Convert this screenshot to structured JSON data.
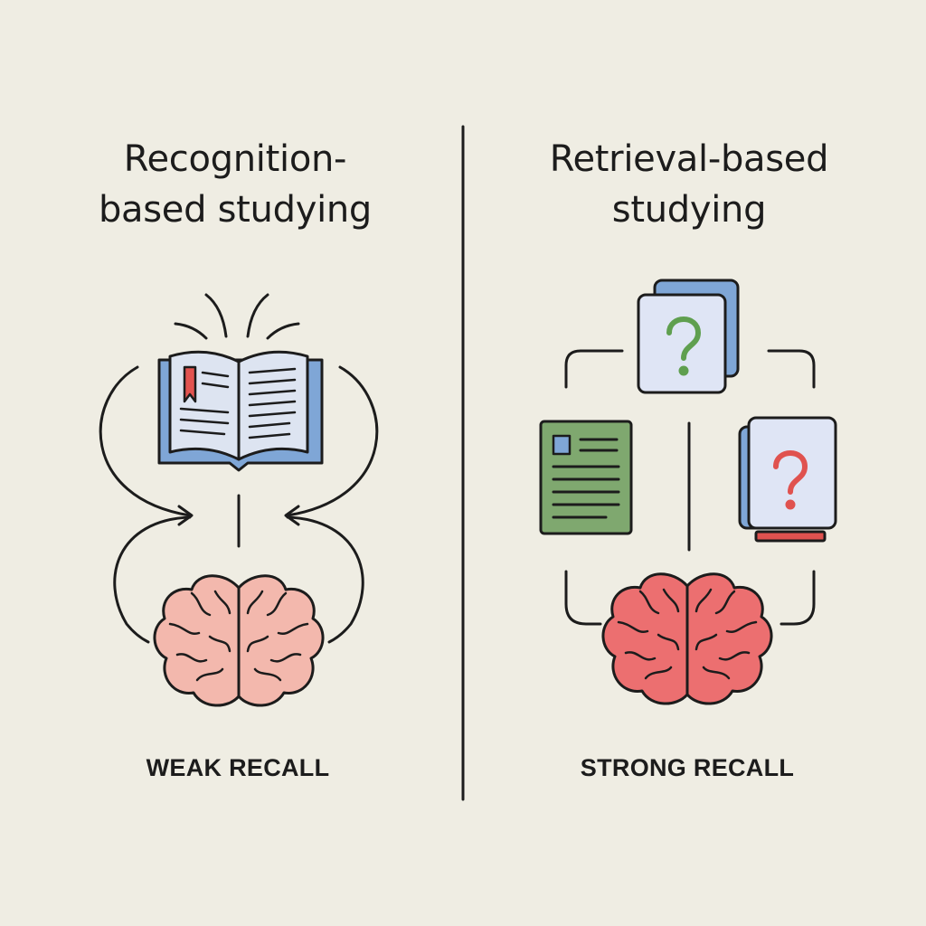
{
  "left_panel": {
    "title_line1": "Recognition-",
    "title_line2": "based studying",
    "caption": "WEAK RECALL"
  },
  "right_panel": {
    "title_line1": "Retrieval-based",
    "title_line2": "studying",
    "caption": "STRONG RECALL"
  },
  "colors": {
    "background": "#efede3",
    "outline": "#1c1c1c",
    "book_blue": "#7fa6d6",
    "page_fill": "#dde4f1",
    "bookmark_red": "#e2534f",
    "brain_light": "#f3b8ad",
    "brain_strong": "#ec6f70",
    "notes_green": "#7fa86f",
    "card_blue": "#dfe5f5",
    "question_green": "#5f9f4f",
    "question_red": "#e0524f"
  },
  "icons": [
    "open-book-icon",
    "brain-icon",
    "flashcard-icon",
    "notes-card-icon",
    "question-mark-icon"
  ]
}
